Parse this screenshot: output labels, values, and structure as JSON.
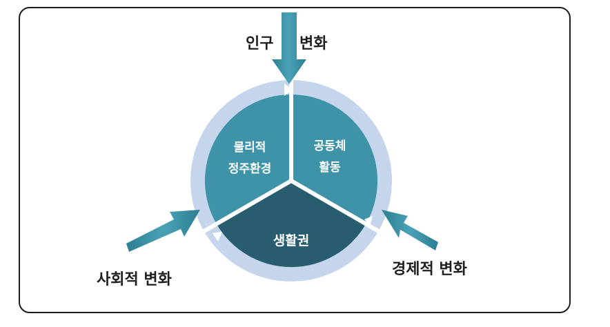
{
  "diagram": {
    "outer_labels": {
      "top_left": "인구",
      "top_right": "변화",
      "left": "사회적 변화",
      "right": "경제적 변화"
    },
    "segments": {
      "left_line1": "물리적",
      "left_line2": "정주환경",
      "right_line1": "공동체",
      "right_line2": "활동",
      "bottom": "생활권"
    },
    "colors": {
      "ring": "#c5d6ec",
      "segment_light": "#3f93a9",
      "segment_dark": "#285d70",
      "arrow": "#3a8c9e",
      "text_dark": "#1e1e1e"
    }
  }
}
